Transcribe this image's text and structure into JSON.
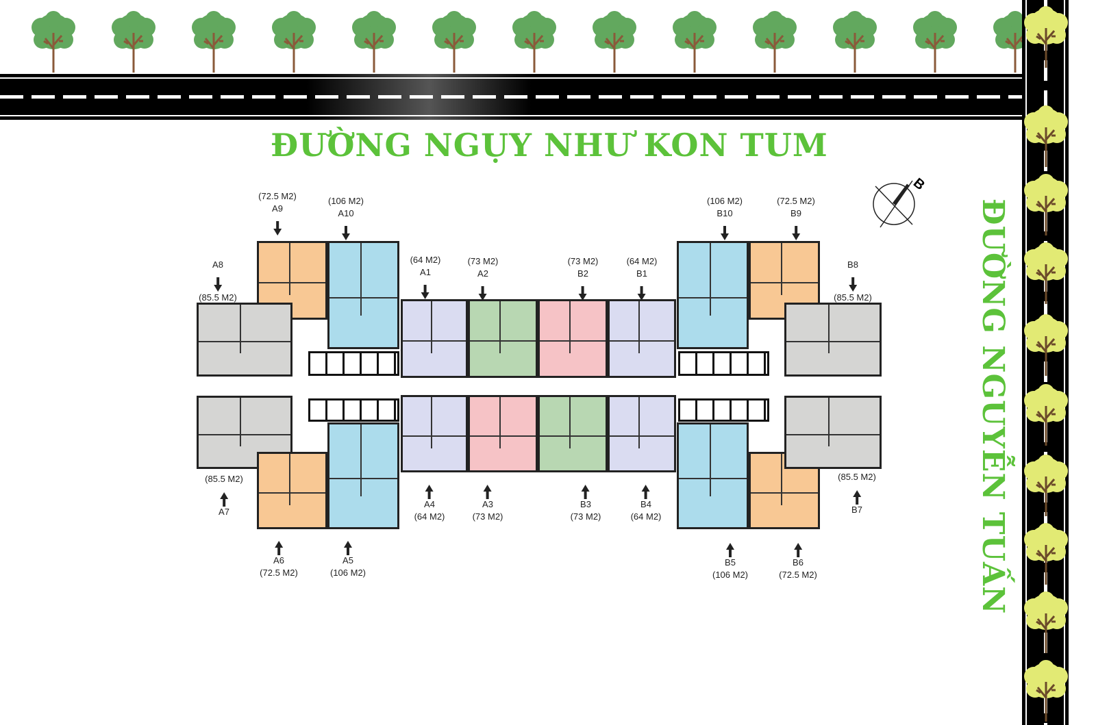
{
  "streets": {
    "top": "ĐƯỜNG NGỤY NHƯ KON TUM",
    "right": "ĐƯỜNG NGUYỄN TUẤN"
  },
  "compass": {
    "label": "B"
  },
  "colors": {
    "orange": "#f8c894",
    "blue": "#acdcec",
    "gray": "#d5d5d3",
    "lavender": "#dadcf1",
    "green": "#b8d7b2",
    "pink": "#f6c3c6",
    "street_text": "#5cc23a",
    "tree_green": "#62a85e",
    "tree_yellow": "#e2ea74",
    "trunk": "#8a5a3a"
  },
  "units": [
    {
      "code": "A9",
      "area": "(72.5 M2)",
      "color": "orange"
    },
    {
      "code": "A10",
      "area": "(106 M2)",
      "color": "blue"
    },
    {
      "code": "A8",
      "area": "(85.5 M2)",
      "color": "gray"
    },
    {
      "code": "A1",
      "area": "(64 M2)",
      "color": "lavender"
    },
    {
      "code": "A2",
      "area": "(73 M2)",
      "color": "green"
    },
    {
      "code": "B2",
      "area": "(73 M2)",
      "color": "pink"
    },
    {
      "code": "B1",
      "area": "(64 M2)",
      "color": "lavender"
    },
    {
      "code": "B10",
      "area": "(106 M2)",
      "color": "blue"
    },
    {
      "code": "B9",
      "area": "(72.5 M2)",
      "color": "orange"
    },
    {
      "code": "B8",
      "area": "(85.5 M2)",
      "color": "gray"
    },
    {
      "code": "A7",
      "area": "(85.5 M2)",
      "color": "gray"
    },
    {
      "code": "A6",
      "area": "(72.5 M2)",
      "color": "orange"
    },
    {
      "code": "A5",
      "area": "(106 M2)",
      "color": "blue"
    },
    {
      "code": "A4",
      "area": "(64 M2)",
      "color": "lavender"
    },
    {
      "code": "A3",
      "area": "(73 M2)",
      "color": "pink"
    },
    {
      "code": "B3",
      "area": "(73 M2)",
      "color": "green"
    },
    {
      "code": "B4",
      "area": "(64 M2)",
      "color": "lavender"
    },
    {
      "code": "B5",
      "area": "(106 M2)",
      "color": "blue"
    },
    {
      "code": "B6",
      "area": "(72.5 M2)",
      "color": "orange"
    },
    {
      "code": "B7",
      "area": "(85.5 M2)",
      "color": "gray"
    }
  ]
}
